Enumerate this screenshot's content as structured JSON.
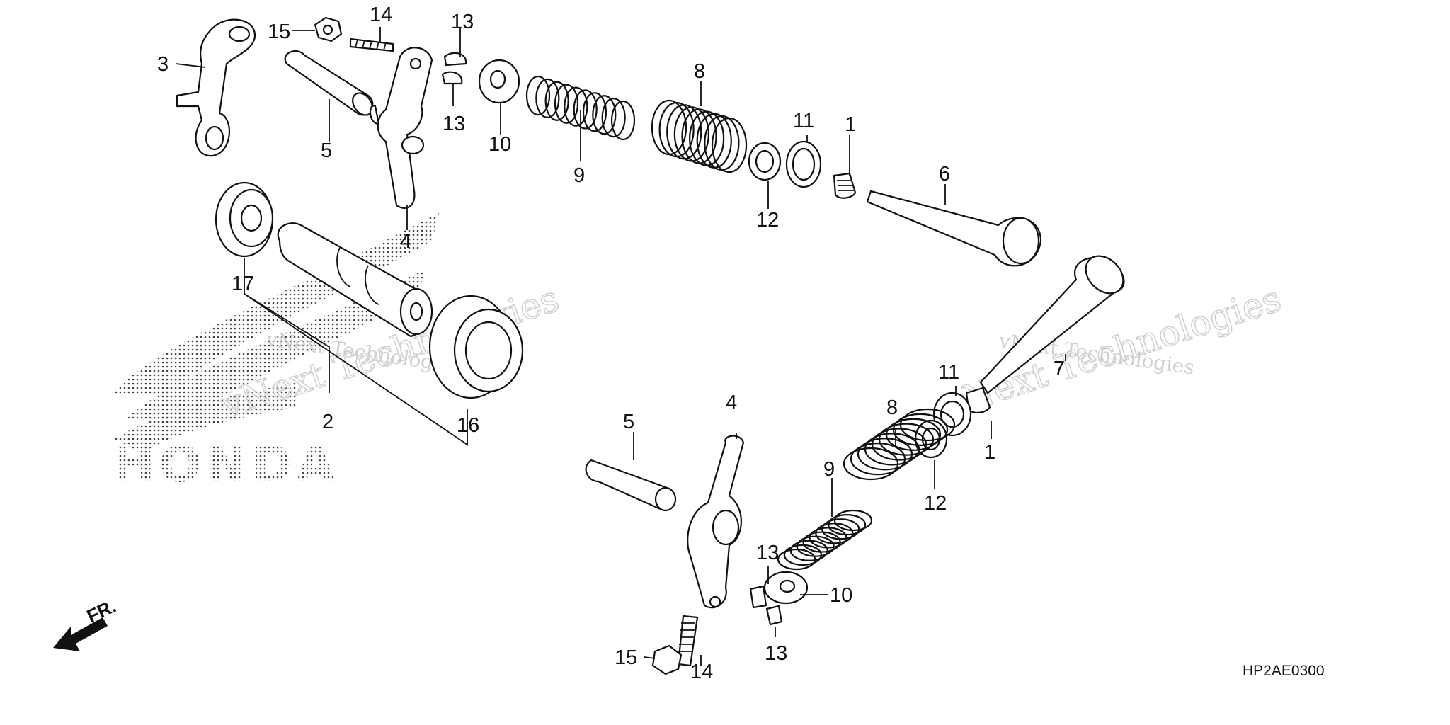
{
  "diagram": {
    "drawing_code": "HP2AE0300",
    "direction_label": "FR.",
    "brand_mark": "HONDA",
    "watermark": "vNext Technologies",
    "callouts": [
      {
        "id": "c1a",
        "label": "1"
      },
      {
        "id": "c1b",
        "label": "1"
      },
      {
        "id": "c2",
        "label": "2"
      },
      {
        "id": "c3",
        "label": "3"
      },
      {
        "id": "c4a",
        "label": "4"
      },
      {
        "id": "c4b",
        "label": "4"
      },
      {
        "id": "c5a",
        "label": "5"
      },
      {
        "id": "c5b",
        "label": "5"
      },
      {
        "id": "c6",
        "label": "6"
      },
      {
        "id": "c7",
        "label": "7"
      },
      {
        "id": "c8a",
        "label": "8"
      },
      {
        "id": "c8b",
        "label": "8"
      },
      {
        "id": "c9a",
        "label": "9"
      },
      {
        "id": "c9b",
        "label": "9"
      },
      {
        "id": "c10a",
        "label": "10"
      },
      {
        "id": "c10b",
        "label": "10"
      },
      {
        "id": "c11a",
        "label": "11"
      },
      {
        "id": "c11b",
        "label": "11"
      },
      {
        "id": "c12a",
        "label": "12"
      },
      {
        "id": "c12b",
        "label": "12"
      },
      {
        "id": "c13a",
        "label": "13"
      },
      {
        "id": "c13b",
        "label": "13"
      },
      {
        "id": "c13c",
        "label": "13"
      },
      {
        "id": "c13d",
        "label": "13"
      },
      {
        "id": "c14a",
        "label": "14"
      },
      {
        "id": "c14b",
        "label": "14"
      },
      {
        "id": "c15a",
        "label": "15"
      },
      {
        "id": "c15b",
        "label": "15"
      },
      {
        "id": "c16",
        "label": "16"
      },
      {
        "id": "c17",
        "label": "17"
      }
    ]
  }
}
